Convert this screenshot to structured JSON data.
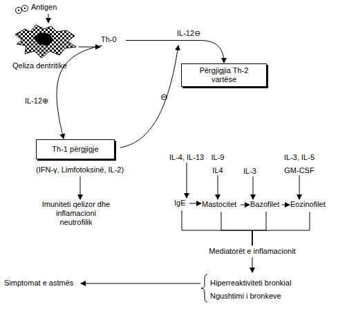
{
  "diagram": {
    "nodes": [
      {
        "text": [
          "Antigen"
        ]
      },
      {
        "text": [
          "Qeliza dentritike"
        ]
      },
      {
        "text": [
          "Th-0"
        ]
      },
      {
        "text": [
          "Th-1 përgjigje",
          "(IFN-γ, Limfotoksinë, IL-2)"
        ]
      },
      {
        "text": [
          "Përgjigjia Th-2 vartëse"
        ]
      },
      {
        "text": [
          "Imuniteti qelizor dhe inflamacioni neutrofilik"
        ]
      },
      {
        "text": [
          "IL-4, IL-13"
        ]
      },
      {
        "text": [
          "IL-9",
          "IL4"
        ]
      },
      {
        "text": [
          "IL-3"
        ]
      },
      {
        "text": [
          "IL-3, IL-5",
          "GM-CSF"
        ]
      },
      {
        "text": [
          "IgE"
        ]
      },
      {
        "text": [
          "Mastocitet"
        ]
      },
      {
        "text": [
          "Bazofilet"
        ]
      },
      {
        "text": [
          "Eozinofilet"
        ]
      },
      {
        "text": [
          "Mediatorët e inflamacionit"
        ]
      },
      {
        "text": [
          "Hiperreaktiviteti bronkial",
          "Ngushtimi i bronkeve"
        ]
      },
      {
        "text": [
          "Simptomat e astmës"
        ]
      }
    ],
    "edges": [
      {
        "from": 0,
        "to": 1,
        "arrow": "to"
      },
      {
        "from": 1,
        "to": 2,
        "arrow": "to"
      },
      {
        "from": 2,
        "to": 4,
        "label": "IL-12⊖",
        "arrow": "to"
      },
      {
        "from": 2,
        "to": 3,
        "label": "IL-12⊕",
        "arrow": "to"
      },
      {
        "from": 3,
        "to": 5,
        "arrow": "to"
      },
      {
        "from": 6,
        "to": 10,
        "arrow": "to"
      },
      {
        "from": 7,
        "to": 11,
        "arrow": "to"
      },
      {
        "from": 8,
        "to": 12,
        "arrow": "to"
      },
      {
        "from": 9,
        "to": 13,
        "arrow": "to"
      },
      {
        "from": 10,
        "to": 11,
        "arrow": "to"
      },
      {
        "from": 11,
        "to": 12,
        "arrow": "to"
      },
      {
        "from": 12,
        "to": 13,
        "arrow": "to"
      },
      {
        "from": 10,
        "to": 14,
        "arrow": "none"
      },
      {
        "from": 11,
        "to": 14,
        "arrow": "none"
      },
      {
        "from": 12,
        "to": 14,
        "arrow": "none"
      },
      {
        "from": 13,
        "to": 14,
        "arrow": "none"
      },
      {
        "from": 14,
        "to": 15,
        "arrow": "to"
      },
      {
        "from": 15,
        "to": 16,
        "arrow": "to"
      }
    ],
    "labels": [
      "⊖"
    ]
  }
}
